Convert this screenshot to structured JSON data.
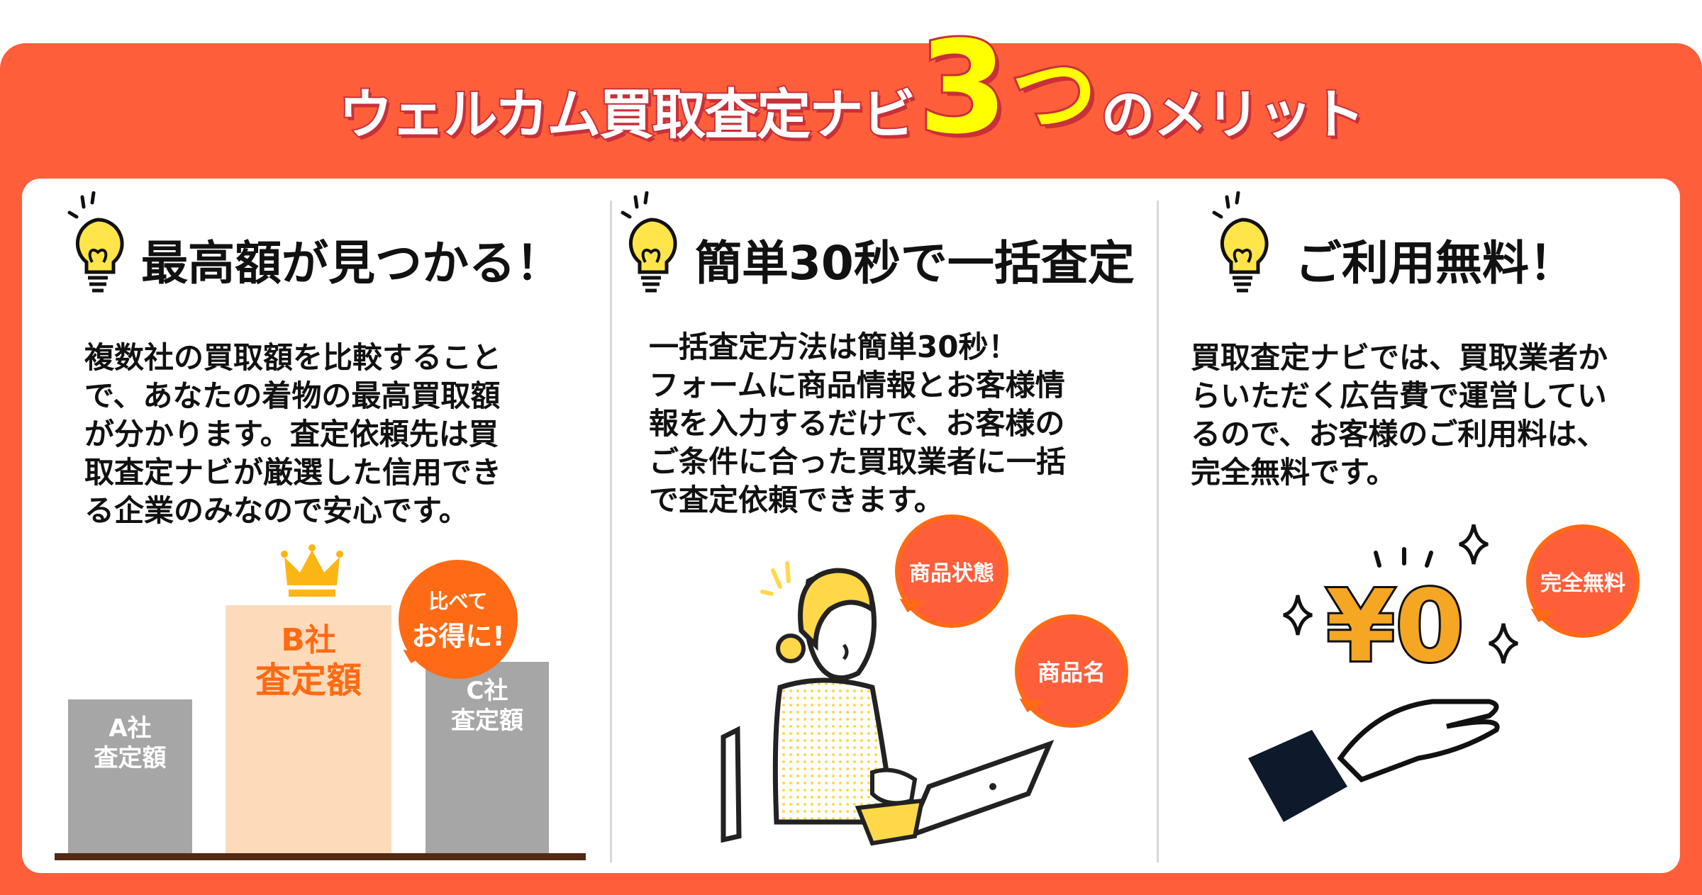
{
  "title": {
    "prefix": "ウェルカム買取査定ナビ",
    "number": "3",
    "counter": "つ",
    "suffix": "のメリット"
  },
  "columns": [
    {
      "heading": "最高額が見つかる！",
      "body": "複数社の買取額を比較すること\nで、あなたの着物の最高買取額\nが分かります。査定依頼先は買\n取査定ナビが厳選した信用でき\nる企業のみなので安心です。"
    },
    {
      "heading": "簡単30秒で一括査定",
      "body": "一括査定方法は簡単30秒！\nフォームに商品情報とお客様情\n報を入力するだけで、お客様の\nご条件に合った買取業者に一括\nで査定依頼できます。"
    },
    {
      "heading": "ご利用無料！",
      "body": "買取査定ナビでは、買取業者か\nらいただく広告費で運営してい\nるので、お客様のご利用料は、\n完全無料です。"
    }
  ],
  "bars": [
    {
      "company": "A社",
      "label": "査定額"
    },
    {
      "company": "B社",
      "label": "査定額"
    },
    {
      "company": "C社",
      "label": "査定額"
    }
  ],
  "compare_bubble": {
    "line1": "比べて",
    "line2": "お得に!"
  },
  "form_bubbles": [
    "商品状態",
    "商品名"
  ],
  "free_bubble": "完全無料",
  "yen_text": "¥0",
  "colors": {
    "panel": "#ff5e3a",
    "accent": "#ff6a14",
    "yellow": "#ffff00",
    "gray_bar": "#a6a6a6",
    "b_bar": "#fddbba"
  }
}
